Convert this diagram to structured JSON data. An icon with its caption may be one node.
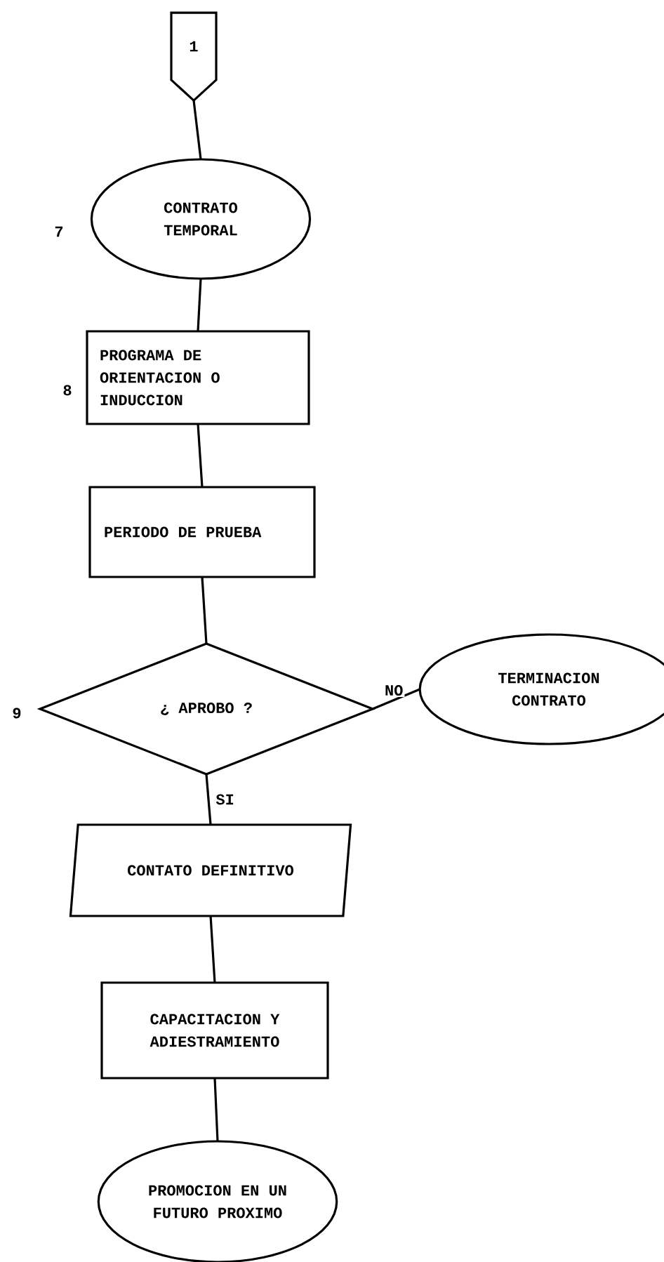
{
  "diagram": {
    "nodes": [
      {
        "text": [
          "1"
        ]
      },
      {
        "text": [
          "CONTRATO TEMPORAL"
        ],
        "beside": [
          "7"
        ]
      },
      {
        "text": [
          "PROGRAMA DE ORIENTACION O INDUCCION"
        ],
        "beside": [
          "8"
        ]
      },
      {
        "text": [
          "PERIODO DE PRUEBA"
        ]
      },
      {
        "text": [
          "¿ APROBO ?"
        ],
        "beside": [
          "9"
        ]
      },
      {
        "text": [
          "TERMINACION CONTRATO"
        ]
      },
      {
        "text": [
          "CONTATO DEFINITIVO"
        ]
      },
      {
        "text": [
          "CAPACITACION Y ADIESTRAMIENTO"
        ]
      },
      {
        "text": [
          "PROMOCION EN UN FUTURO PROXIMO"
        ]
      }
    ],
    "edges": [
      {
        "from": 0,
        "to": 1,
        "arrow": "none"
      },
      {
        "from": 1,
        "to": 2,
        "arrow": "none"
      },
      {
        "from": 2,
        "to": 3,
        "arrow": "none"
      },
      {
        "from": 3,
        "to": 4,
        "arrow": "none"
      },
      {
        "from": 4,
        "to": 5,
        "arrow": "none",
        "label": "NO"
      },
      {
        "from": 4,
        "to": 6,
        "arrow": "none",
        "label": "SI"
      },
      {
        "from": 6,
        "to": 7,
        "arrow": "none"
      },
      {
        "from": 7,
        "to": 8,
        "arrow": "none"
      }
    ]
  }
}
